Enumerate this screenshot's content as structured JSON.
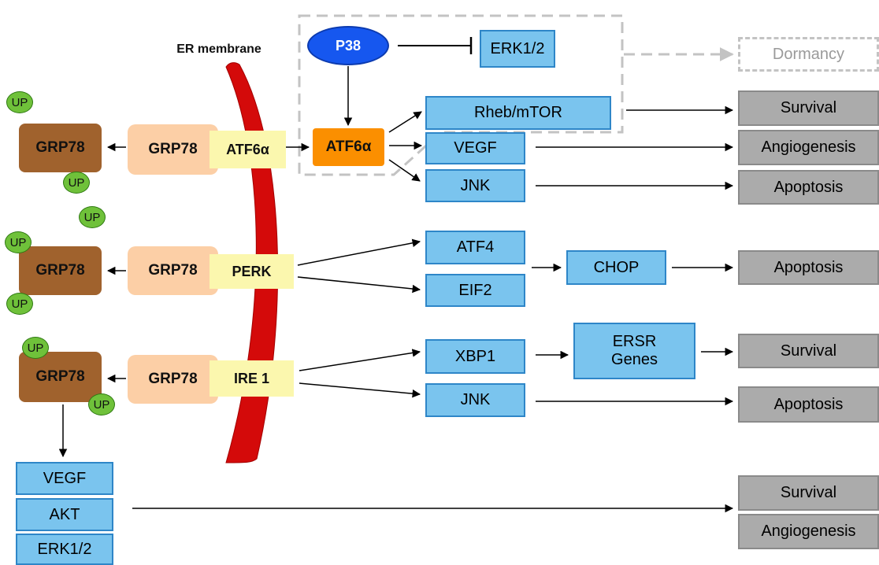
{
  "colors": {
    "blue_fill": "#7ac4ee",
    "blue_border": "#2e86c8",
    "gray_fill": "#ababab",
    "brown": "#a0622d",
    "peach": "#fccfa6",
    "yellow": "#fbf7ae",
    "orange": "#fb8f00",
    "p38_blue": "#1657ef",
    "up_green": "#6fc13a",
    "membrane_red": "#d40a0a",
    "dashed_gray": "#c3c3c3"
  },
  "membrane": {
    "label": "ER membrane"
  },
  "receptor_rows": {
    "atf6": {
      "grp78_free": "GRP78",
      "grp78_bound": "GRP78",
      "receptor": "ATF6α",
      "up_top": "UP",
      "up_bottom": "UP"
    },
    "perk": {
      "grp78_free": "GRP78",
      "grp78_bound": "GRP78",
      "receptor": "PERK",
      "up_top": "UP",
      "up_left_top": "UP",
      "up_left_bottom": "UP"
    },
    "ire1": {
      "grp78_free": "GRP78",
      "grp78_bound": "GRP78",
      "receptor": "IRE 1",
      "up_top": "UP",
      "up_bottom": "UP"
    }
  },
  "cytoplasm": {
    "p38": "P38",
    "atf6_cleaved": "ATF6α"
  },
  "targets": {
    "erk12_top": "ERK1/2",
    "rheb": "Rheb/mTOR",
    "vegf_top": "VEGF",
    "jnk_top": "JNK",
    "atf4": "ATF4",
    "eif2": "EIF2",
    "chop": "CHOP",
    "xbp1": "XBP1",
    "ersr_line1": "ERSR",
    "ersr_line2": "Genes",
    "jnk_mid": "JNK",
    "vegf_bottom": "VEGF",
    "akt": "AKT",
    "erk12_bottom": "ERK1/2"
  },
  "outcomes": {
    "dormancy": "Dormancy",
    "survival_1": "Survival",
    "angiogenesis_1": "Angiogenesis",
    "apoptosis_1": "Apoptosis",
    "apoptosis_2": "Apoptosis",
    "survival_2": "Survival",
    "apoptosis_3": "Apoptosis",
    "survival_3": "Survival",
    "angiogenesis_2": "Angiogenesis"
  }
}
